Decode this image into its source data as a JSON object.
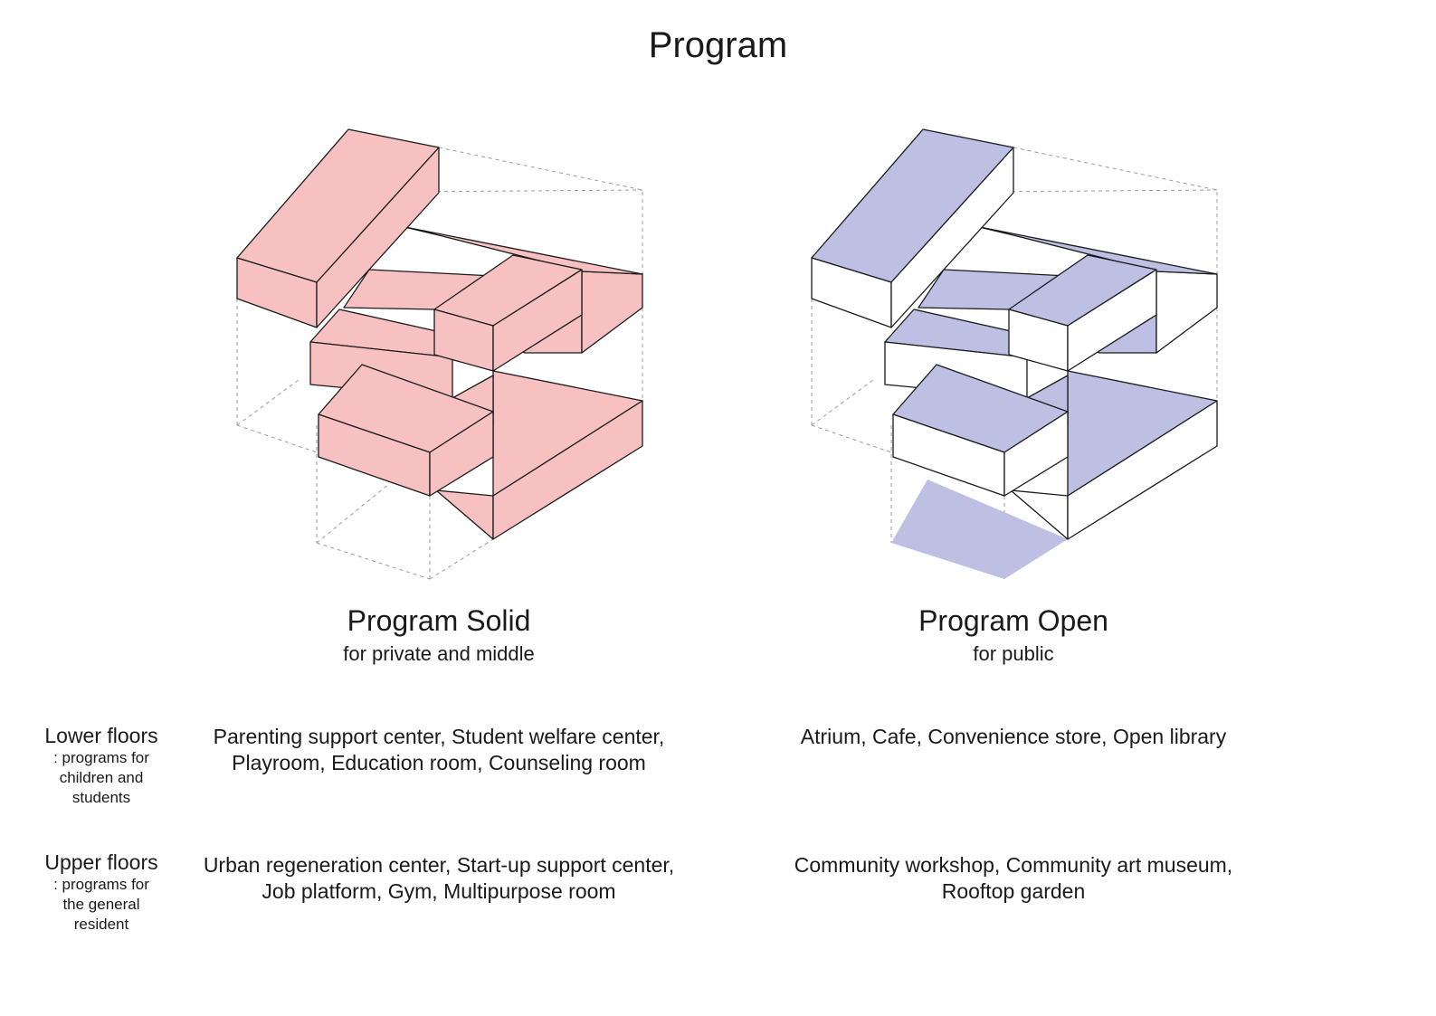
{
  "title": "Program",
  "colors": {
    "solid_fill": "#f8c1c1",
    "open_fill": "#bdbfe3",
    "line": "#1a1a1a",
    "ghost": "#9a9a9a"
  },
  "columns": [
    {
      "title": "Program Solid",
      "subtitle": "for private and middle"
    },
    {
      "title": "Program Open",
      "subtitle": "for public"
    }
  ],
  "rows": [
    {
      "label": "Lower floors",
      "desc": [
        ": programs for",
        "children and",
        "students"
      ],
      "solid": [
        "Parenting support center, Student welfare center,",
        "Playroom, Education room, Counseling room"
      ],
      "open": [
        "Atrium, Cafe, Convenience store, Open library"
      ]
    },
    {
      "label": "Upper floors",
      "desc": [
        ": programs for",
        "the general",
        "resident"
      ],
      "solid": [
        "Urban regeneration center, Start-up support center,",
        "Job platform, Gym, Multipurpose room"
      ],
      "open": [
        "Community workshop, Community art museum,",
        "Rooftop garden"
      ]
    }
  ]
}
